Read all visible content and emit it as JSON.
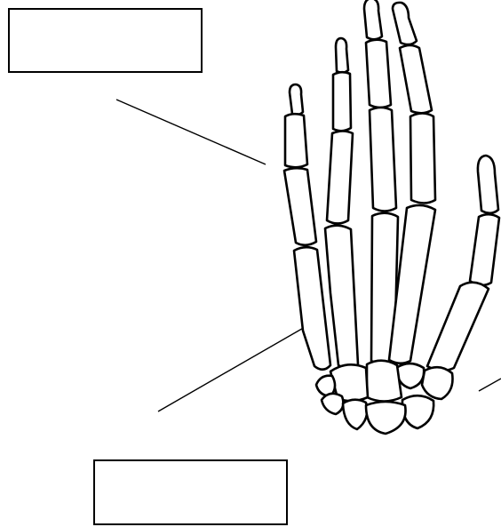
{
  "diagram": {
    "subject": "hand skeleton",
    "labels": [
      {
        "id": "label-top",
        "text": ""
      },
      {
        "id": "label-bottom",
        "text": ""
      },
      {
        "id": "label-right",
        "text": ""
      }
    ]
  },
  "colors": {
    "stroke": "#000000",
    "fill": "#ffffff",
    "background": "#ffffff"
  }
}
